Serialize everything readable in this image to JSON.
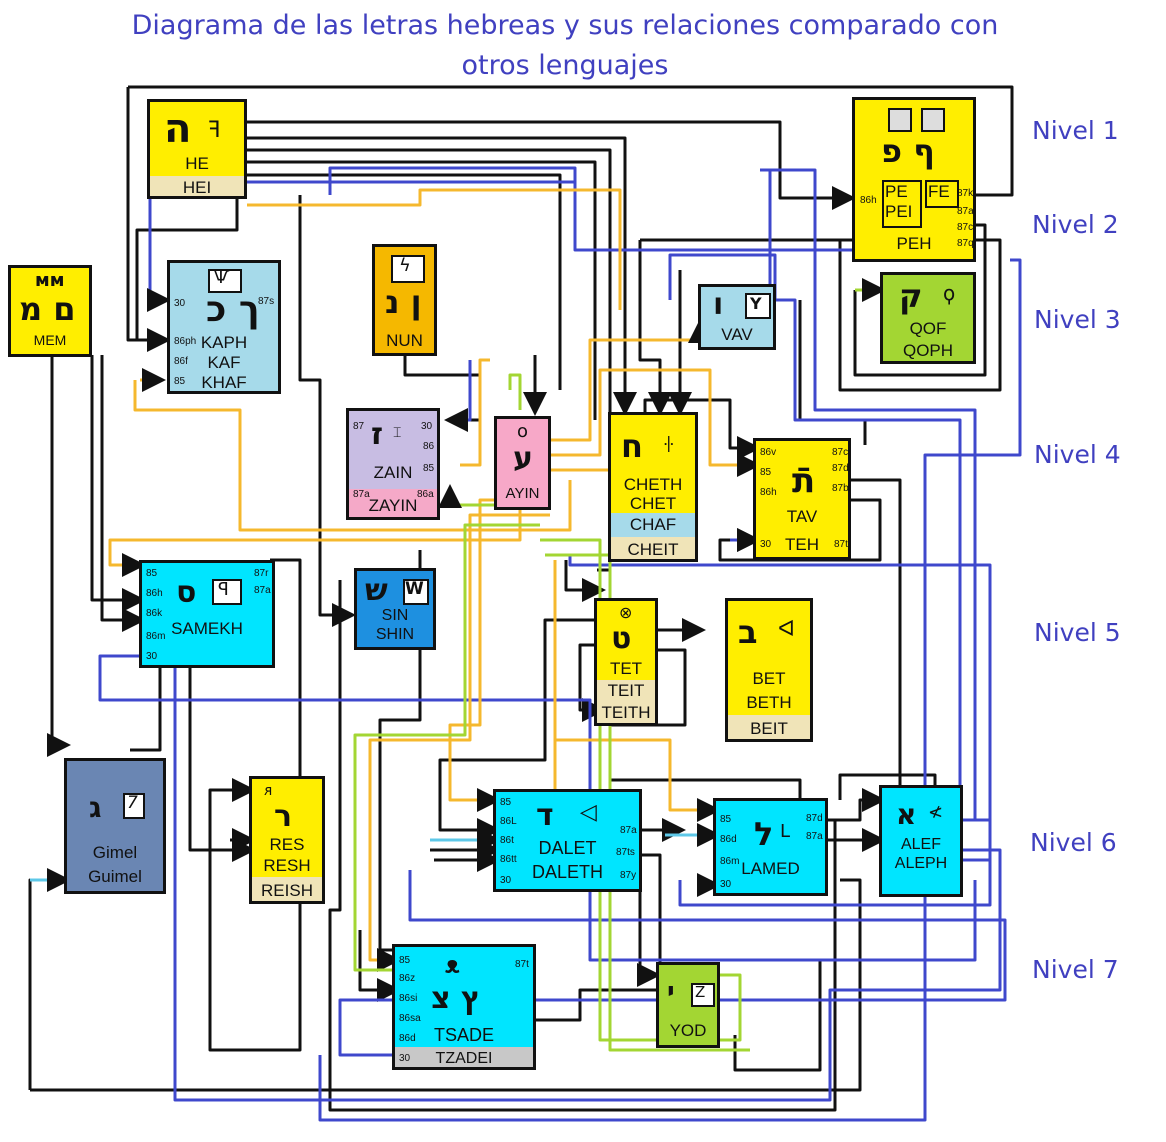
{
  "title": {
    "line1": "Diagrama de las letras hebreas y sus relaciones comparado con",
    "line2": "otros lenguajes"
  },
  "levels": [
    "Nivel 1",
    "Nivel 2",
    "Nivel 3",
    "Nivel 4",
    "Nivel 5",
    "Nivel 6",
    "Nivel 7"
  ],
  "letters": {
    "he": {
      "glyph": "ה",
      "ancient": "ꟻ",
      "names": [
        "HE"
      ],
      "band": "HEI",
      "color": "#ffee00"
    },
    "peh": {
      "glyph": "ף  פ",
      "names": [
        "PEH"
      ],
      "tags": [
        "PE",
        "PEI",
        "FE"
      ],
      "ports": [
        "86h",
        "87k",
        "87a",
        "87c",
        "87q"
      ],
      "color": "#ffee00"
    },
    "mem": {
      "glyph": "ם מ",
      "ancient": "ᴍᴍ",
      "names": [
        "MEM"
      ],
      "color": "#ffee00"
    },
    "kaph": {
      "glyph": "ך כ",
      "ancient": "Ѱ",
      "names": [
        "KAPH",
        "KAF",
        "KHAF"
      ],
      "ports": [
        "30",
        "87s",
        "86ph",
        "86f",
        "85"
      ],
      "color": "#a6daea"
    },
    "nun": {
      "glyph": "ן נ",
      "ancient": "ϟ",
      "names": [
        "NUN"
      ],
      "color": "#f5b800"
    },
    "vav": {
      "glyph": "ו",
      "ancient": "Y",
      "names": [
        "VAV"
      ],
      "color": "#a6daea"
    },
    "qof": {
      "glyph": "ק",
      "ancient": "ϙ",
      "names": [
        "QOF",
        "QOPH"
      ],
      "color": "#a3d633"
    },
    "zain": {
      "glyph": "ז",
      "ancient": "⌶",
      "names": [
        "ZAIN"
      ],
      "band": "ZAYIN",
      "ports": [
        "87",
        "30",
        "86",
        "85",
        "87a",
        "86a"
      ],
      "color": "#c8bde3",
      "bandColor": "#f5a9c8"
    },
    "ayin": {
      "glyph": "ע",
      "ancient": "o",
      "names": [
        "AYIN"
      ],
      "color": "#f7a8c8"
    },
    "cheth": {
      "glyph": "ח",
      "ancient": "ꖌ",
      "names": [
        "CHETH",
        "CHET"
      ],
      "bands": [
        "CHAF",
        "CHEIT"
      ],
      "color": "#ffee00"
    },
    "tav": {
      "glyph": "תֿ",
      "names": [
        "TAV",
        "TEH"
      ],
      "ports": [
        "86v",
        "85",
        "86h",
        "87c",
        "87d",
        "87b",
        "30",
        "87t"
      ],
      "color": "#ffee00"
    },
    "samekh": {
      "glyph": "ס",
      "ancient": "ꟼ",
      "names": [
        "SAMEKH"
      ],
      "ports": [
        "85",
        "86h",
        "86k",
        "86m",
        "30",
        "87r",
        "87a"
      ],
      "color": "#00e5ff"
    },
    "sin": {
      "glyph": "ש",
      "ancient": "W",
      "names": [
        "SIN",
        "SHIN"
      ],
      "color": "#1e90e0"
    },
    "tet": {
      "glyph": "ט",
      "ancient": "⊗",
      "names": [
        "TET"
      ],
      "bands": [
        "TEIT",
        "TEITH"
      ],
      "color": "#ffee00"
    },
    "bet": {
      "glyph": "ב",
      "ancient": "ᐊ",
      "names": [
        "BET",
        "BETH"
      ],
      "band": "BEIT",
      "color": "#ffee00"
    },
    "gimel": {
      "glyph": "ג",
      "ancient": "7",
      "names": [
        "Gimel",
        "Guimel"
      ],
      "color": "#6a86b3"
    },
    "res": {
      "glyph": "ר",
      "ancient": "ᴙ",
      "names": [
        "RES",
        "RESH"
      ],
      "band": "REISH",
      "color": "#ffee00"
    },
    "dalet": {
      "glyph": "ד",
      "ancient": "◁",
      "names": [
        "DALET",
        "DALETH"
      ],
      "ports": [
        "85",
        "86L",
        "86t",
        "86tt",
        "30",
        "87a",
        "87ts",
        "87y"
      ],
      "color": "#00e5ff"
    },
    "lamed": {
      "glyph": "ל",
      "ancient": "ᒪ",
      "names": [
        "LAMED"
      ],
      "ports": [
        "85",
        "86d",
        "86m",
        "30",
        "87d",
        "87a"
      ],
      "color": "#00e5ff"
    },
    "alef": {
      "glyph": "א",
      "ancient": "≮",
      "names": [
        "ALEF",
        "ALEPH"
      ],
      "color": "#00e5ff"
    },
    "tsade": {
      "glyph": "ץ צ",
      "ancient": "ᴥ",
      "names": [
        "TSADE"
      ],
      "band": "TZADEI",
      "ports": [
        "85",
        "86z",
        "86si",
        "86sa",
        "86d",
        "30",
        "87t"
      ],
      "color": "#00e5ff"
    },
    "yod": {
      "glyph": "י",
      "ancient": "Z",
      "names": [
        "YOD"
      ],
      "color": "#a3d633"
    }
  },
  "wire_colors": {
    "black": "#111111",
    "blue": "#3f48cc",
    "orange": "#f5b82e",
    "green": "#a3d633",
    "cyan": "#5ec8e8"
  }
}
